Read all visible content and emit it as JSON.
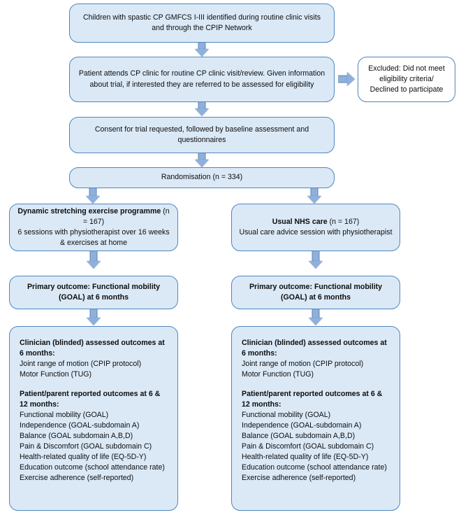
{
  "diagram": {
    "title": "Trial participant flow diagram",
    "colors": {
      "box_fill": "#dbe9f7",
      "box_border": "#4e86bd",
      "arrow_fill": "#8fb0da",
      "arrow_border": "#5d86b8",
      "text": "#0d0d0d",
      "white_fill": "#ffffff"
    }
  },
  "nodes": {
    "identification": {
      "text": "Children with spastic CP GMFCS I-III identified during routine clinic visits and through the CPIP Network"
    },
    "clinic_visit": {
      "text": "Patient attends CP clinic for routine CP clinic visit/review. Given information about trial, if interested they are referred to be assessed for eligibility"
    },
    "excluded": {
      "line1": "Excluded: Did not meet",
      "line2": "eligibility criteria/",
      "line3": "Declined to participate"
    },
    "consent": {
      "text": "Consent for trial requested, followed by baseline assessment and questionnaires"
    },
    "randomisation": {
      "text": "Randomisation (n = 334)"
    },
    "intervention_arm": {
      "title_bold": "Dynamic stretching exercise programme",
      "title_rest": " (n = 167)",
      "detail": "6 sessions with physiotherapist over 16 weeks & exercises at home"
    },
    "control_arm": {
      "title_bold": "Usual NHS care",
      "title_rest": " (n = 167)",
      "detail": "Usual care advice session with physiotherapist"
    },
    "primary_outcome_left": {
      "line1": "Primary outcome: Functional mobility",
      "line2": "(GOAL) at 6 months"
    },
    "primary_outcome_right": {
      "line1": "Primary outcome: Functional mobility",
      "line2": "(GOAL) at 6 months"
    },
    "outcomes_left": {
      "clinician_heading": "Clinician (blinded) assessed outcomes at 6 months:",
      "clinician_items": [
        "Joint range of motion (CPIP protocol)",
        "Motor Function (TUG)"
      ],
      "patient_heading": "Patient/parent reported outcomes at 6 & 12 months:",
      "patient_items": [
        "Functional mobility (GOAL)",
        "Independence (GOAL-subdomain A)",
        "Balance (GOAL subdomain A,B,D)",
        "Pain & Discomfort (GOAL subdomain C)",
        "Health-related quality of life (EQ-5D-Y)",
        "Education outcome (school attendance rate)",
        "Exercise adherence (self-reported)"
      ]
    },
    "outcomes_right": {
      "clinician_heading": "Clinician (blinded) assessed outcomes at 6 months:",
      "clinician_items": [
        "Joint range of motion (CPIP protocol)",
        "Motor Function (TUG)"
      ],
      "patient_heading": "Patient/parent reported outcomes at 6 & 12 months:",
      "patient_items": [
        "Functional mobility (GOAL)",
        "Independence (GOAL-subdomain A)",
        "Balance (GOAL subdomain A,B,D)",
        "Pain & Discomfort (GOAL subdomain C)",
        "Health-related quality of life (EQ-5D-Y)",
        "Education outcome (school attendance rate)",
        "Exercise adherence (self-reported)"
      ]
    }
  },
  "connectors": {
    "identification_to_clinic": "arrow-down-icon",
    "clinic_to_excluded": "arrow-right-icon",
    "clinic_to_consent": "arrow-down-icon",
    "consent_to_randomisation": "arrow-down-icon",
    "randomisation_to_intervention": "arrow-down-icon",
    "randomisation_to_control": "arrow-down-icon",
    "intervention_to_primary": "arrow-down-icon",
    "control_to_primary": "arrow-down-icon",
    "primary_left_to_outcomes": "arrow-down-icon",
    "primary_right_to_outcomes": "arrow-down-icon"
  }
}
